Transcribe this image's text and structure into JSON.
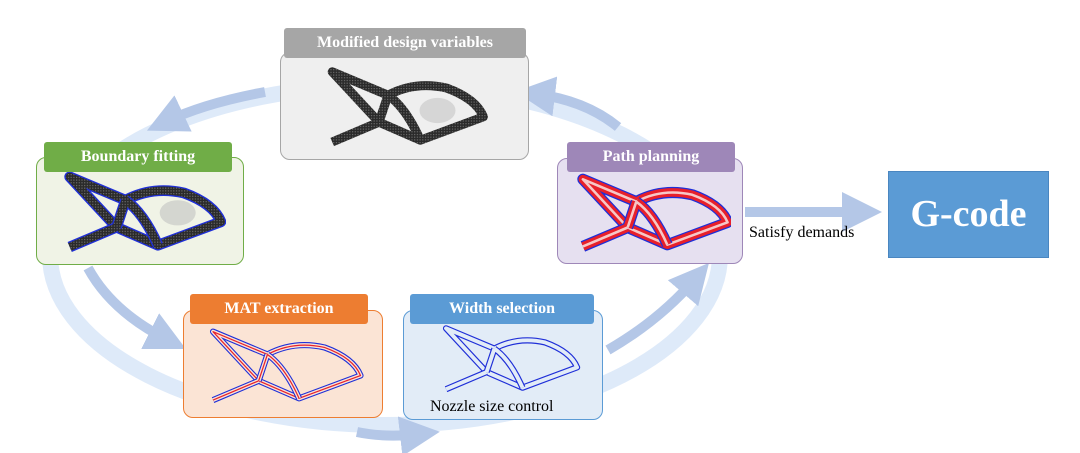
{
  "steps": {
    "modified_design": {
      "label": "Modified design variables",
      "color": "#a6a6a6"
    },
    "boundary_fitting": {
      "label": "Boundary fitting",
      "color": "#70ad47"
    },
    "path_planning": {
      "label": "Path planning",
      "color": "#9e87b8"
    },
    "mat_extraction": {
      "label": "MAT extraction",
      "color": "#ed7d31"
    },
    "width_selection": {
      "label": "Width selection",
      "color": "#5b9bd5",
      "caption": "Nozzle size control"
    }
  },
  "output": {
    "label": "G-code",
    "color": "#5b9bd5"
  },
  "exit_arrow": {
    "label": "Satisfy demands"
  },
  "colors": {
    "cycle_arrow": "#b4c7e7",
    "ring": "#dae8f8",
    "boundary": "#1f2fd8",
    "path": "#e8202a",
    "dense": "#1a1a1a"
  }
}
